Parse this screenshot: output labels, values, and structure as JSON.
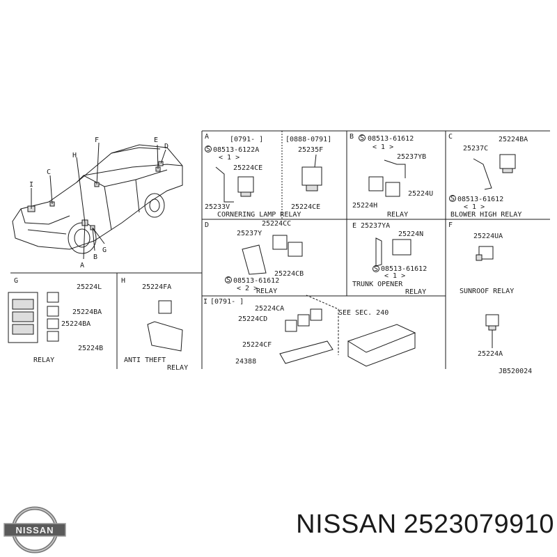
{
  "car": {
    "letters": [
      "F",
      "H",
      "E",
      "D",
      "C",
      "I",
      "A",
      "B",
      "G"
    ]
  },
  "panels": {
    "A": {
      "id": "A",
      "code_left": "[0791-    ]",
      "code_right": "[0888-0791]",
      "screw": "08513-6122A",
      "screw_qty": "< 1 >",
      "part1": "25224CE",
      "part2": "25235F",
      "part3": "25233V",
      "part4": "25224CE",
      "caption": "CORNERING LAMP RELAY"
    },
    "B": {
      "id": "B",
      "screw": "08513-61612",
      "screw_qty": "< 1 >",
      "part1": "25237YB",
      "part2": "25224U",
      "part3": "25224H",
      "caption": "RELAY"
    },
    "C": {
      "id": "C",
      "part1": "25237C",
      "part2": "25224BA",
      "screw": "08513-61612",
      "screw_qty": "< 1 >",
      "caption": "BLOWER HIGH RELAY"
    },
    "D": {
      "id": "D",
      "part1": "25224CC",
      "part2": "25237Y",
      "part3": "25224CB",
      "screw": "08513-61612",
      "screw_qty": "< 2 >",
      "caption": "RELAY"
    },
    "E": {
      "id": "E",
      "part1": "25237YA",
      "part2": "25224N",
      "screw": "08513-61612",
      "screw_qty": "< 1 >",
      "caption_line1": "TRUNK OPENER",
      "caption_line2": "RELAY"
    },
    "F": {
      "id": "F",
      "part1": "25224UA",
      "caption": "SUNROOF RELAY",
      "part2": "25224A",
      "ref": "JB520024"
    },
    "G": {
      "id": "G",
      "part1": "25224L",
      "part2": "25224BA",
      "part3": "25224BA",
      "part4": "25224B",
      "caption": "RELAY"
    },
    "H": {
      "id": "H",
      "part1": "25224FA",
      "caption_line1": "ANTI THEFT",
      "caption_line2": "RELAY"
    },
    "I": {
      "id": "I",
      "code": "[0791-    ]",
      "part1": "25224CA",
      "part2": "25224CD",
      "part3": "25224CF",
      "part4": "24388",
      "see": "SEE SEC. 240"
    }
  },
  "logo": {
    "text": "NISSAN"
  },
  "footer": {
    "brand": "NISSAN",
    "part_number": "2523079910"
  }
}
